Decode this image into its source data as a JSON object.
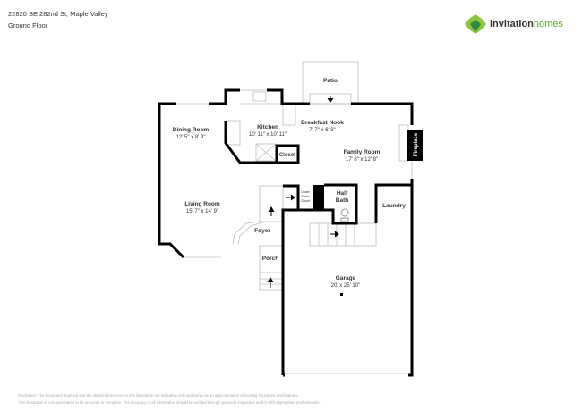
{
  "header": {
    "address": "22820 SE 282nd St, Maple Valley",
    "floor": "Ground Floor"
  },
  "logo": {
    "brand_part1": "invitation",
    "brand_part2": "homes",
    "color": "#5aa532"
  },
  "rooms": [
    {
      "id": "dining",
      "name": "Dining Room",
      "dims": "12' 5\" x 8' 9\""
    },
    {
      "id": "kitchen",
      "name": "Kitchen",
      "dims": "10' 11\" x 10' 11\""
    },
    {
      "id": "nook",
      "name": "Breakfast Nook",
      "dims": "7' 7\" x 6' 3\""
    },
    {
      "id": "family",
      "name": "Family Room",
      "dims": "17' 8\" x 12' 8\""
    },
    {
      "id": "living",
      "name": "Living Room",
      "dims": "15' 7\" x 14' 9\""
    },
    {
      "id": "garage",
      "name": "Garage",
      "dims": "20' x 25' 10\""
    }
  ],
  "labels": {
    "patio": "Patio",
    "closet": "Closet",
    "fireplace": "Fireplace",
    "under1": "Under",
    "under2": "Stairs",
    "under3": "Closet",
    "half1": "Half",
    "half2": "Bath",
    "laundry": "Laundry",
    "foyer": "Foyer",
    "porch": "Porch"
  },
  "disclaimer": {
    "line1": "Disclaimer: The floorplans depicted and the stated dimensions in this illustration are indicative only and serve as an approximation of existing structures and features.",
    "line2": "This illustration is not guaranteed to be accurate or complete. The accuracy of all information should be verified through personal inspection and/or with appropriate professionals."
  }
}
